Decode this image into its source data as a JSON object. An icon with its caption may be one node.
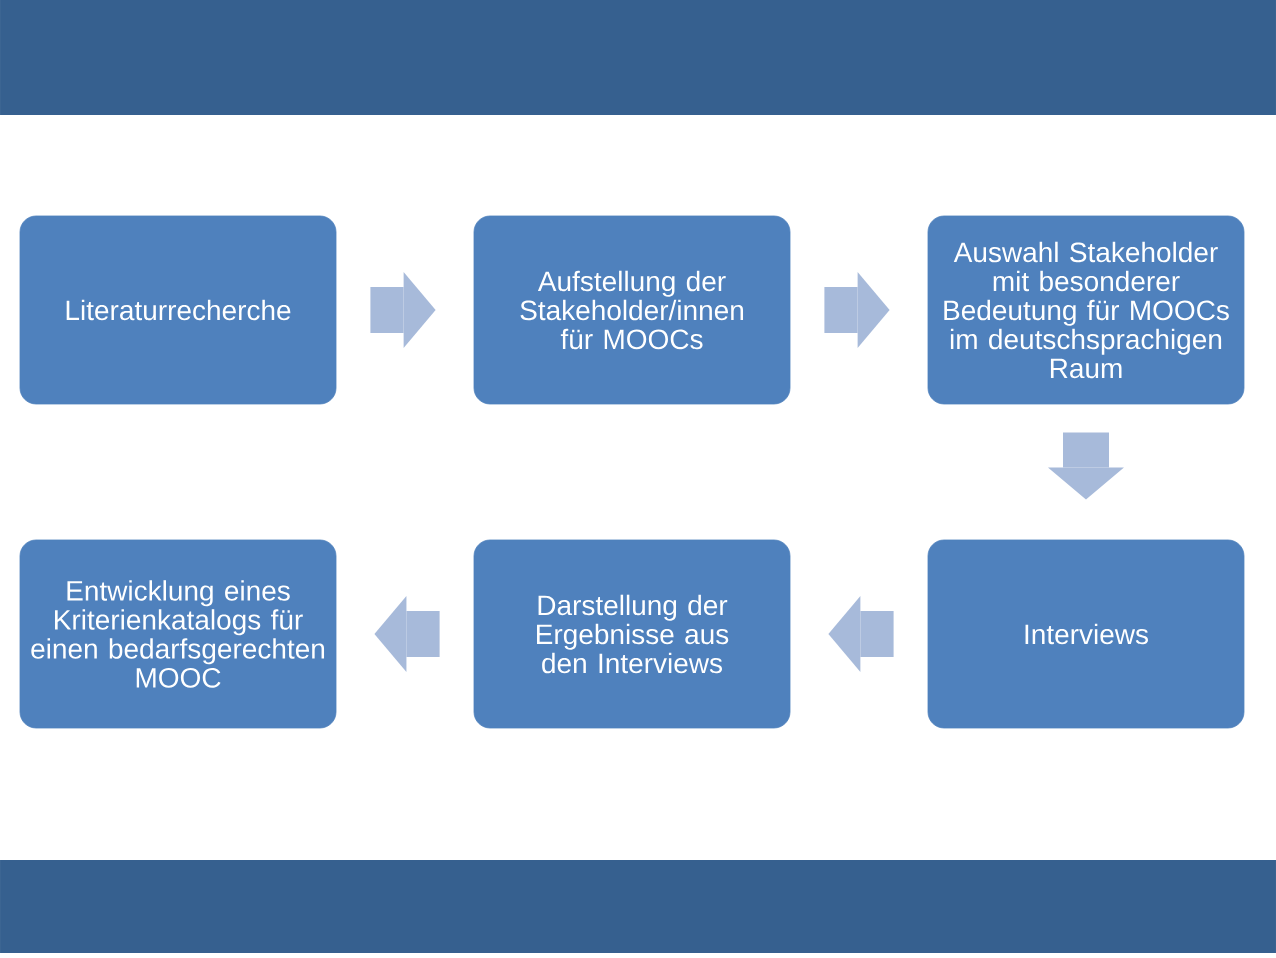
{
  "diagram": {
    "nodes": [
      {
        "text": [
          "Literaturrecherche"
        ]
      },
      {
        "text": [
          "Aufstellung der Stakeholder/innen für MOOCs"
        ]
      },
      {
        "text": [
          "Auswahl Stakeholder mit besonderer Bedeutung für MOOCs im deutschsprachigen Raum"
        ]
      },
      {
        "text": [
          "Entwicklung eines Kriterienkatalogs für einen bedarfsgerechten MOOC"
        ]
      },
      {
        "text": [
          "Darstellung der Ergebnisse aus den Interviews"
        ]
      },
      {
        "text": [
          "Interviews"
        ]
      }
    ],
    "edges": [
      {
        "from": 0,
        "to": 1,
        "arrow": "to"
      },
      {
        "from": 1,
        "to": 2,
        "arrow": "to"
      },
      {
        "from": 2,
        "to": 5,
        "arrow": "to"
      },
      {
        "from": 5,
        "to": 4,
        "arrow": "to"
      },
      {
        "from": 4,
        "to": 3,
        "arrow": "to"
      }
    ]
  }
}
